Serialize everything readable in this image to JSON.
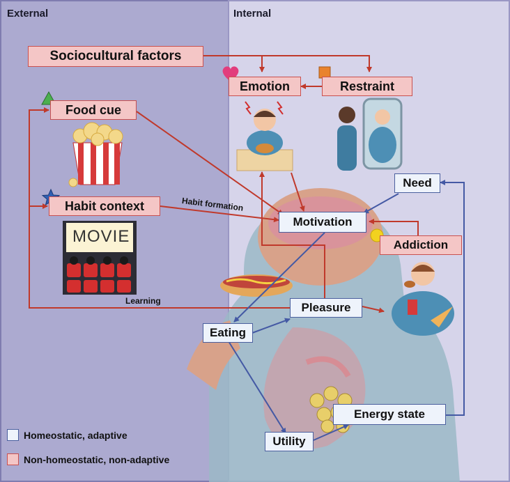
{
  "panels": {
    "external": "External",
    "internal": "Internal"
  },
  "nodes": {
    "sociocultural": "Sociocultural factors",
    "emotion": "Emotion",
    "restraint": "Restraint",
    "food_cue": "Food cue",
    "habit_context": "Habit context",
    "motivation": "Motivation",
    "need": "Need",
    "addiction": "Addiction",
    "pleasure": "Pleasure",
    "eating": "Eating",
    "energy_state": "Energy state",
    "utility": "Utility"
  },
  "edge_labels": {
    "habit_formation": "Habit formation",
    "learning": "Learning"
  },
  "illustrations": {
    "movie_sign": "MOVIE"
  },
  "legend": {
    "homeostatic": "Homeostatic, adaptive",
    "non_homeostatic": "Non-homeostatic, non-adaptive"
  },
  "colors": {
    "external_bg": "#acaad0",
    "internal_bg": "#d6d4ea",
    "red_arrow": "#c0392b",
    "blue_arrow": "#4459a4",
    "red_box": "#f4c6c6",
    "blue_box": "#eef3fb"
  },
  "icons": [
    "heart-icon",
    "orange-square-icon",
    "triangle-icon",
    "star-icon",
    "circle-icon"
  ]
}
